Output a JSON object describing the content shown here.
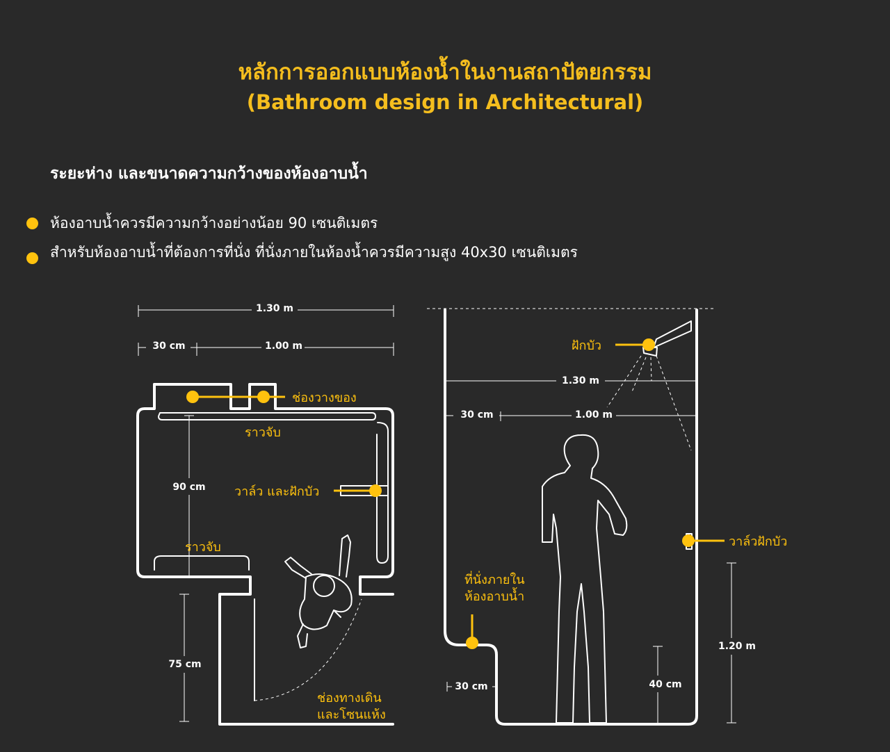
{
  "header": {
    "title_th": "หลักการออกแบบห้องน้ำในงานสถาปัตยกรรม",
    "title_en": "(Bathroom design in Architectural)"
  },
  "section": {
    "subtitle": "ระยะห่าง และขนาดความกว้างของห้องอาบน้ำ"
  },
  "bullets": [
    "ห้องอาบน้ำควรมีความกว้างอย่างน้อย 90 เซนติเมตร",
    "สำหรับห้องอาบน้ำที่ต้องการที่นั่ง ที่นั่งภายในห้องน้ำควรมีความสูง 40x30 เซนติเมตร"
  ],
  "plan": {
    "dim_total": "1.30 m",
    "dim_side": "30 cm",
    "dim_main": "1.00 m",
    "dim_depth": "90 cm",
    "dim_entry": "75 cm",
    "label_shelf": "ช่องวางของ",
    "label_rail_top": "ราวจับ",
    "label_valve": "วาล์ว และฝักบัว",
    "label_rail_bottom": "ราวจับ",
    "label_walkway_1": "ช่องทางเดิน",
    "label_walkway_2": "และโซนแห้ง"
  },
  "section_view": {
    "label_shower": "ฝักบัว",
    "dim_total": "1.30 m",
    "dim_side": "30 cm",
    "dim_main": "1.00 m",
    "label_valve": "วาล์วฝักบัว",
    "label_seat_1": "ที่นั่งภายใน",
    "label_seat_2": "ห้องอาบน้ำ",
    "dim_height": "1.20 m",
    "dim_seat_depth": "30 cm",
    "dim_seat_height": "40 cm"
  },
  "colors": {
    "background": "#292929",
    "accent": "#F5BE1E",
    "line": "#FFFFFF"
  }
}
